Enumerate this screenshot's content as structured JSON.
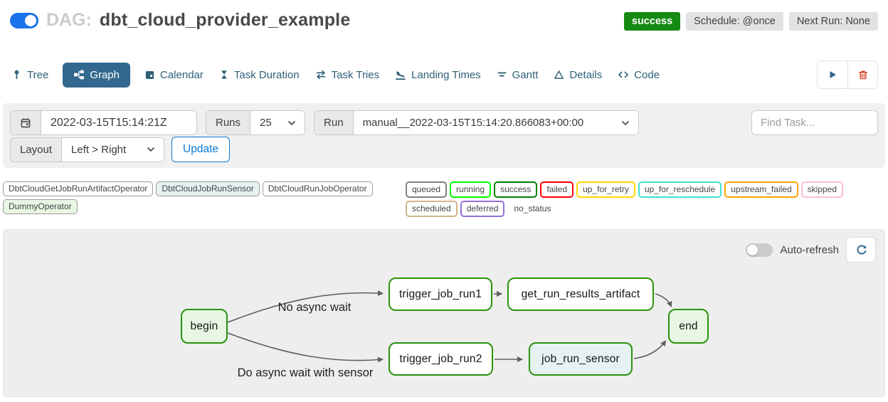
{
  "header": {
    "dag_prefix": "DAG:",
    "dag_name": "dbt_cloud_provider_example",
    "pause_toggle": {
      "icon": "toggle-on-icon",
      "on": true
    },
    "status_badge": "success",
    "schedule_badge": "Schedule: @once",
    "next_run_badge": "Next Run: None"
  },
  "colors": {
    "toggle_on_blue": "#1a73e8",
    "success_green": "#148914",
    "tab_active_bg": "#33688e",
    "accent_blue": "#0b78d0",
    "node_border_green": "#2a930f",
    "edge_gray": "#5f5f5f"
  },
  "tabs": {
    "items": [
      {
        "label": "Tree",
        "icon": "tree-icon",
        "active": false
      },
      {
        "label": "Graph",
        "icon": "graph-icon",
        "active": true
      },
      {
        "label": "Calendar",
        "icon": "calendar-icon",
        "active": false
      },
      {
        "label": "Task Duration",
        "icon": "hourglass-icon",
        "active": false
      },
      {
        "label": "Task Tries",
        "icon": "repeat-icon",
        "active": false
      },
      {
        "label": "Landing Times",
        "icon": "plane-landing-icon",
        "active": false
      },
      {
        "label": "Gantt",
        "icon": "gantt-icon",
        "active": false
      },
      {
        "label": "Details",
        "icon": "triangle-icon",
        "active": false
      },
      {
        "label": "Code",
        "icon": "code-icon",
        "active": false
      }
    ],
    "actions": {
      "play_icon": "play-icon",
      "delete_icon": "trash-icon"
    }
  },
  "filters": {
    "date_icon": "calendar-icon",
    "date_value": "2022-03-15T15:14:21Z",
    "runs_label": "Runs",
    "runs_value": "25",
    "run_label": "Run",
    "run_value": "manual__2022-03-15T15:14:20.866083+00:00",
    "find_task_placeholder": "Find Task...",
    "layout_label": "Layout",
    "layout_value": "Left > Right",
    "update_label": "Update"
  },
  "legend": {
    "operators": [
      {
        "label": "DbtCloudGetJobRunArtifactOperator",
        "fill": "#ffffff"
      },
      {
        "label": "DbtCloudJobRunSensor",
        "fill": "#e6f1f2"
      },
      {
        "label": "DbtCloudRunJobOperator",
        "fill": "#ffffff"
      },
      {
        "label": "DummyOperator",
        "fill": "#e8f7e4"
      }
    ],
    "statuses": [
      {
        "label": "queued",
        "color": "gray"
      },
      {
        "label": "running",
        "color": "lime"
      },
      {
        "label": "success",
        "color": "green"
      },
      {
        "label": "failed",
        "color": "red"
      },
      {
        "label": "up_for_retry",
        "color": "gold"
      },
      {
        "label": "up_for_reschedule",
        "color": "turquoise"
      },
      {
        "label": "upstream_failed",
        "color": "orange"
      },
      {
        "label": "skipped",
        "color": "pink"
      },
      {
        "label": "scheduled",
        "color": "tan"
      },
      {
        "label": "deferred",
        "color": "mediumpurple"
      },
      {
        "label": "no_status",
        "color": "transparent"
      }
    ]
  },
  "graph": {
    "auto_refresh_label": "Auto-refresh",
    "auto_refresh_on": false,
    "refresh_icon": "refresh-icon",
    "edge_labels": [
      "No async wait",
      "Do async wait with sensor"
    ],
    "nodes": [
      {
        "label": "begin",
        "fill": "#e8f7e4",
        "state": "success"
      },
      {
        "label": "trigger_job_run1",
        "fill": "#ffffff",
        "state": "success"
      },
      {
        "label": "get_run_results_artifact",
        "fill": "#ffffff",
        "state": "success"
      },
      {
        "label": "end",
        "fill": "#e8f7e4",
        "state": "success"
      },
      {
        "label": "trigger_job_run2",
        "fill": "#ffffff",
        "state": "success"
      },
      {
        "label": "job_run_sensor",
        "fill": "#e6f1f2",
        "state": "success"
      }
    ]
  }
}
